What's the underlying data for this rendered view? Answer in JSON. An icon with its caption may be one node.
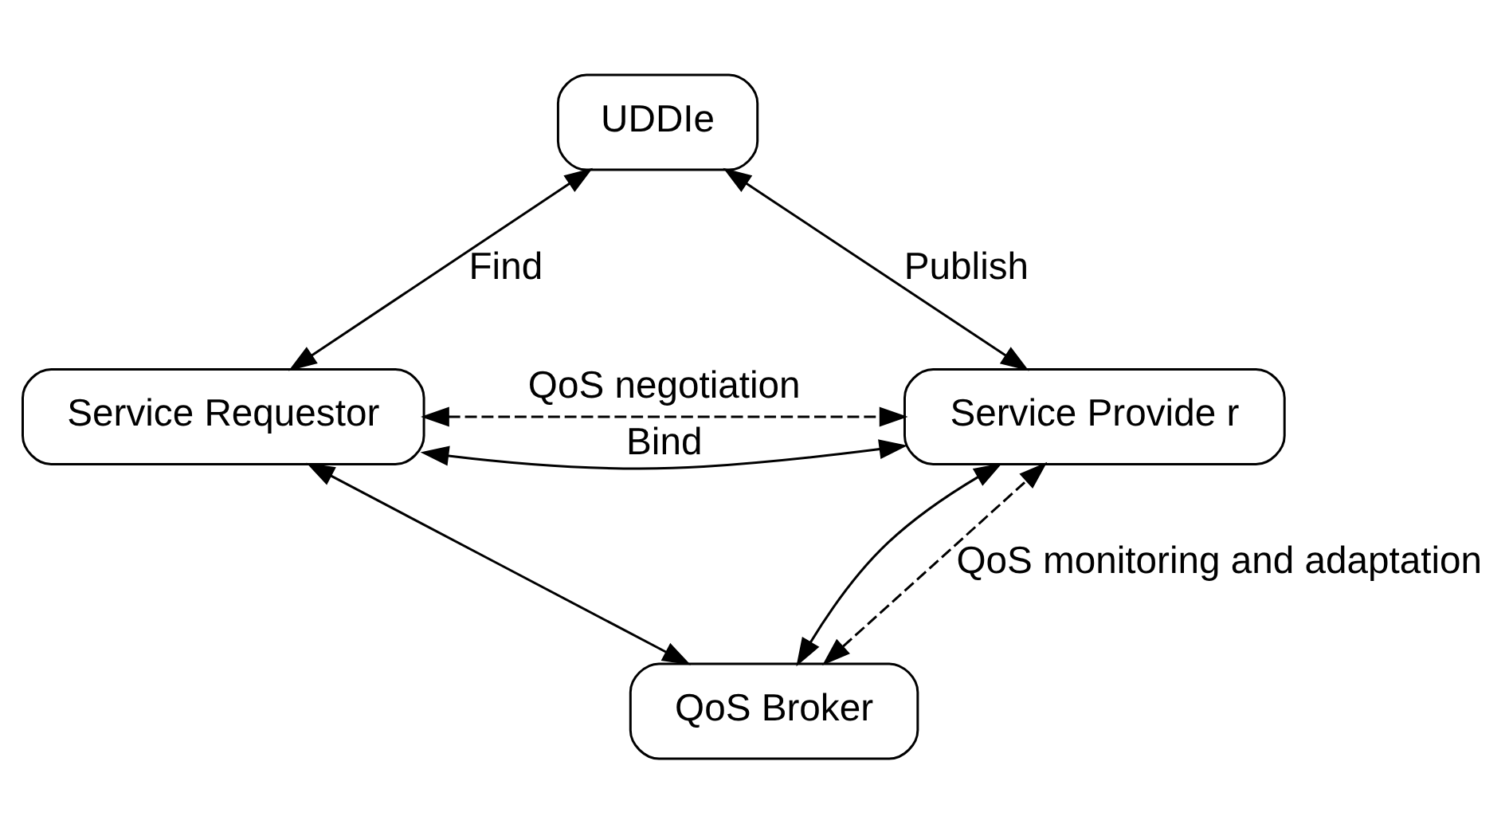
{
  "diagram": {
    "nodes": [
      {
        "text": [
          "UDDIe"
        ]
      },
      {
        "text": [
          "Service Requestor"
        ]
      },
      {
        "text": [
          "Service Provide r"
        ]
      },
      {
        "text": [
          "QoS Broker"
        ]
      }
    ],
    "edges": [
      {
        "from": 0,
        "to": 1,
        "arrow": "both",
        "label": "Find"
      },
      {
        "from": 0,
        "to": 2,
        "arrow": "both",
        "label": "Publish"
      },
      {
        "from": 1,
        "to": 2,
        "arrow": "both",
        "label": "Bind"
      },
      {
        "from": 1,
        "to": 2,
        "arrow": "both",
        "label": "QoS negotiation",
        "style": "dashed"
      },
      {
        "from": 1,
        "to": 3,
        "arrow": "both"
      },
      {
        "from": 3,
        "to": 2,
        "arrow": "both"
      },
      {
        "from": 3,
        "to": 2,
        "arrow": "both",
        "label": "QoS monitoring and adaptation",
        "style": "dashed"
      }
    ]
  }
}
